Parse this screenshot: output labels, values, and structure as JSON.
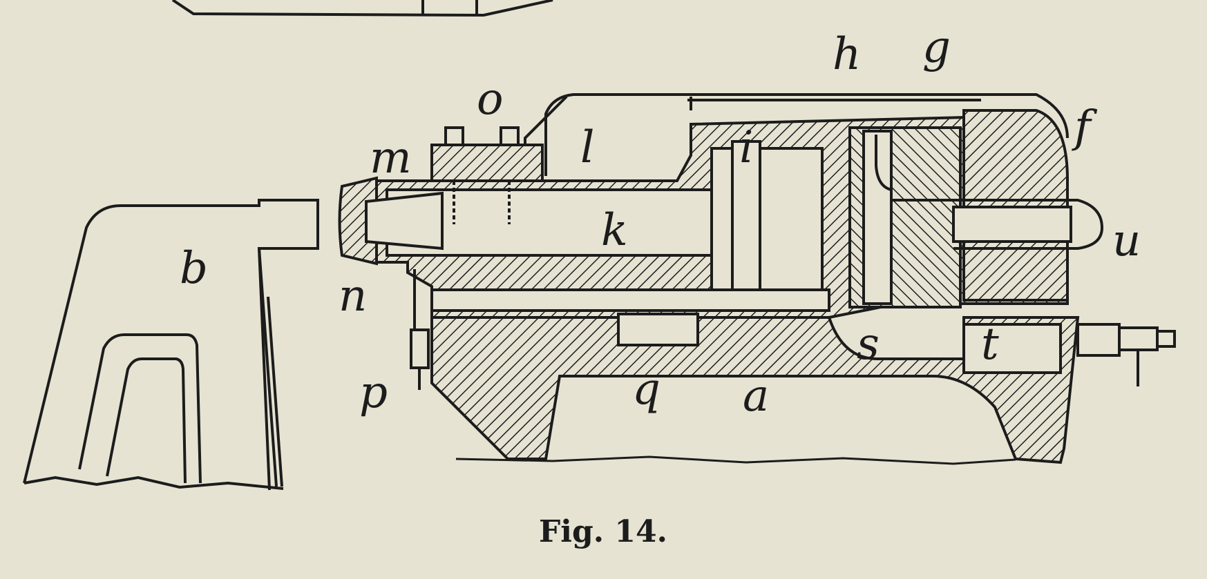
{
  "caption": "Fig. 14.",
  "labels": {
    "a": "a",
    "b": "b",
    "f": "f",
    "g": "g",
    "h": "h",
    "i": "i",
    "k": "k",
    "l": "l",
    "m": "m",
    "n": "n",
    "o": "o",
    "p": "p",
    "q": "q",
    "s": "s",
    "t": "t",
    "u": "u"
  },
  "colors": {
    "paper": "#e6e3d3",
    "ink": "#1c1c1c"
  }
}
